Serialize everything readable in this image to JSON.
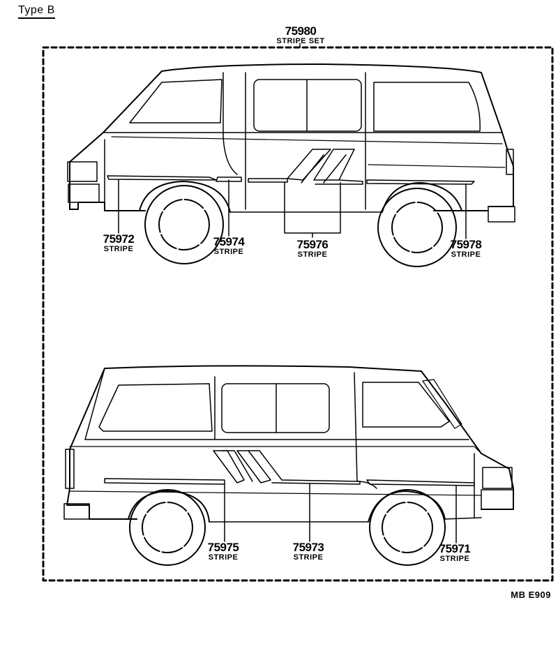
{
  "diagram": {
    "type_label": "Type B",
    "drawing_code": "MB  E909",
    "set": {
      "part_number": "75980",
      "name": "STRIPE SET"
    },
    "top_view": {
      "orientation": "right side",
      "callouts": [
        {
          "part_number": "75972",
          "name": "STRIPE"
        },
        {
          "part_number": "75974",
          "name": "STRIPE"
        },
        {
          "part_number": "75976",
          "name": "STRIPE"
        },
        {
          "part_number": "75978",
          "name": "STRIPE"
        }
      ]
    },
    "bottom_view": {
      "orientation": "left side",
      "callouts": [
        {
          "part_number": "75975",
          "name": "STRIPE"
        },
        {
          "part_number": "75973",
          "name": "STRIPE"
        },
        {
          "part_number": "75971",
          "name": "STRIPE"
        }
      ]
    }
  }
}
